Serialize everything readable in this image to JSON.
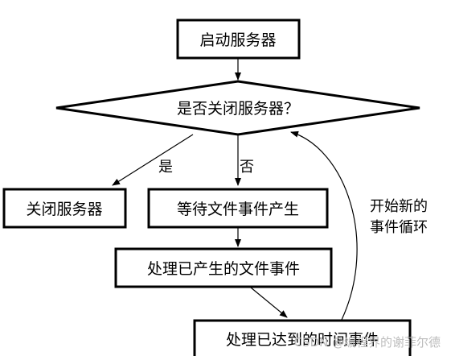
{
  "nodes": {
    "start_server": "启动服务器",
    "decision_close": "是否关闭服务器？",
    "close_server": "关闭服务器",
    "wait_file_events": "等待文件事件产生",
    "process_file_events": "处理已产生的文件事件",
    "process_time_events": "处理已达到的时间事件"
  },
  "edges": {
    "yes_label": "是",
    "no_label": "否"
  },
  "loop_note": {
    "line1": "开始新的",
    "line2": "事件循环"
  },
  "watermark": "CSDN @编程界的谢菲尔德"
}
